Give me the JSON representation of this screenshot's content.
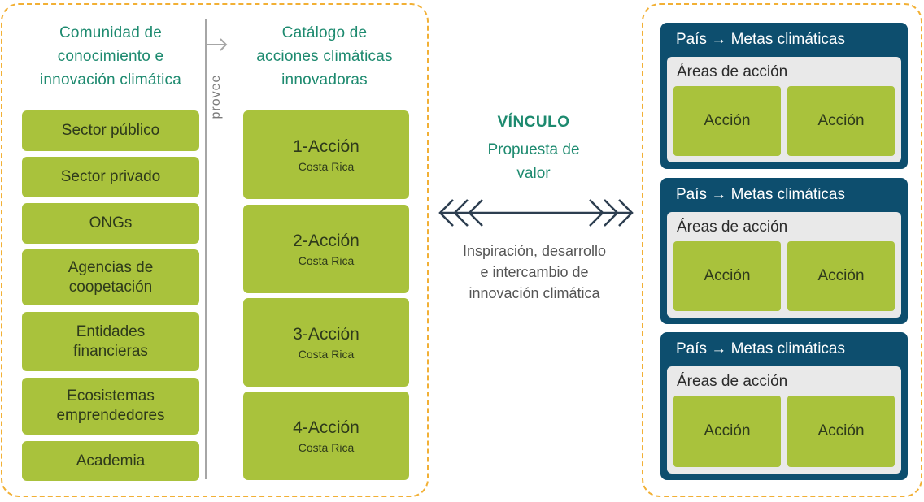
{
  "left_panel": {
    "community_title": [
      "Comunidad de",
      "conocimiento e",
      "innovación climática"
    ],
    "provides_label": "provee",
    "catalog_title": [
      "Catálogo de",
      "acciones climáticas",
      "innovadoras"
    ],
    "stakeholders": [
      [
        "Sector público"
      ],
      [
        "Sector privado"
      ],
      [
        "ONGs"
      ],
      [
        "Agencias de",
        "coopetación"
      ],
      [
        "Entidades",
        "financieras"
      ],
      [
        "Ecosistemas",
        "emprendedores"
      ],
      [
        "Academia"
      ]
    ],
    "actions": [
      {
        "title": "1-Acción",
        "subtitle": "Costa Rica"
      },
      {
        "title": "2-Acción",
        "subtitle": "Costa Rica"
      },
      {
        "title": "3-Acción",
        "subtitle": "Costa Rica"
      },
      {
        "title": "4-Acción",
        "subtitle": "Costa Rica"
      }
    ]
  },
  "link": {
    "title": "VÍNCULO",
    "subtitle": [
      "Propuesta de",
      "valor"
    ],
    "description": [
      "Inspiración, desarrollo",
      "e intercambio de",
      "innovación climática"
    ]
  },
  "countries": [
    {
      "title": "País → Metas climáticas",
      "area_title": "Áreas de acción",
      "actions": [
        "Acción",
        "Acción"
      ]
    },
    {
      "title": "País → Metas climáticas",
      "area_title": "Áreas de acción",
      "actions": [
        "Acción",
        "Acción"
      ]
    },
    {
      "title": "País → Metas climáticas",
      "area_title": "Áreas de acción",
      "actions": [
        "Acción",
        "Acción"
      ]
    }
  ],
  "colors": {
    "frame_dash": "#f2b035",
    "heading_teal": "#1d8a6f",
    "action_green": "#a9c23c",
    "country_navy": "#0d4e6e",
    "area_gray": "#e9e9e9",
    "arrow_navy": "#2d3e50"
  }
}
